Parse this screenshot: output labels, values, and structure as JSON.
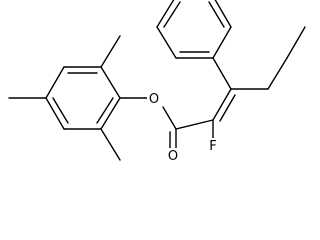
{
  "molecule": {
    "atoms": {
      "oxygen_ester": "O",
      "oxygen_carbonyl": "O",
      "fluorine": "F"
    }
  }
}
